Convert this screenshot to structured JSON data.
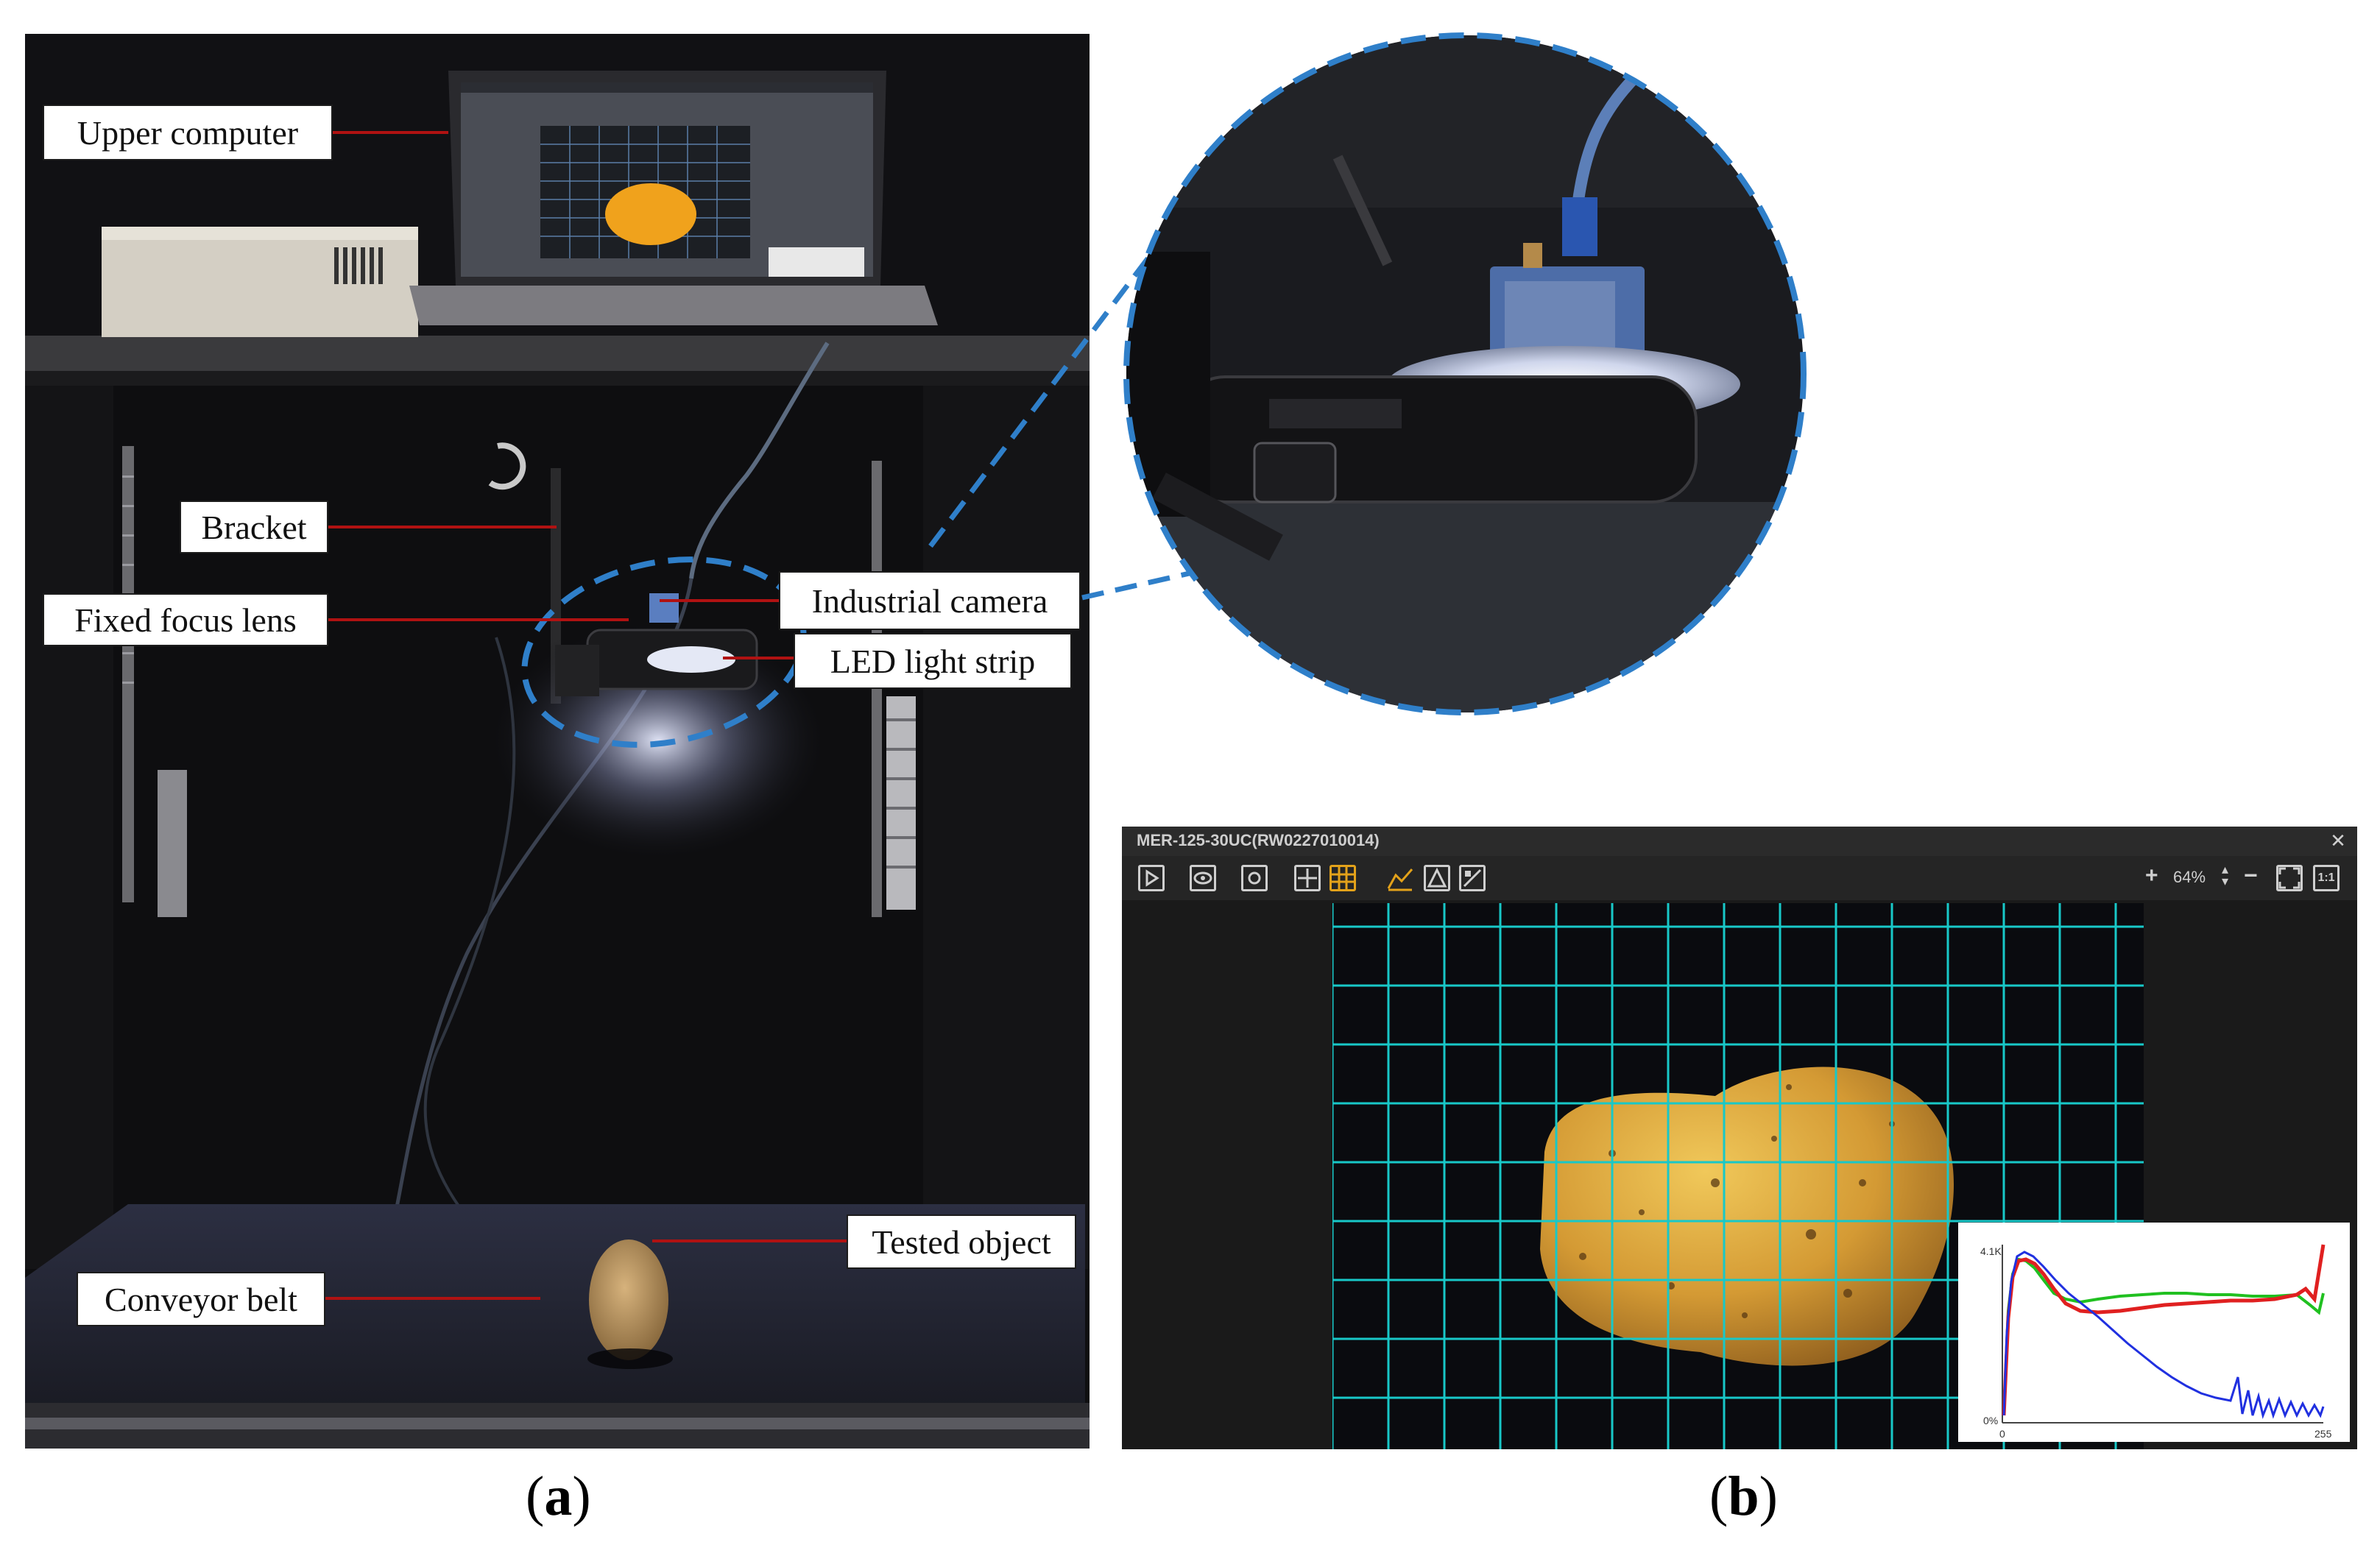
{
  "panel_a": {
    "label_open": "(",
    "label_letter": "a",
    "label_close": ")",
    "callouts": {
      "upper_computer": "Upper computer",
      "bracket": "Bracket",
      "fixed_focus_lens": "Fixed focus lens",
      "industrial_camera": "Industrial camera",
      "led_light_strip": "LED light strip",
      "tested_object": "Tested object",
      "conveyor_belt": "Conveyor belt"
    },
    "colors": {
      "leader_line": "#b01212",
      "zoom_dash": "#2f7fc9"
    }
  },
  "panel_b": {
    "label_open": "(",
    "label_letter": "b",
    "label_close": ")",
    "window_title": "MER-125-30UC(RW0227010014)",
    "zoom": {
      "plus": "+",
      "percent": "64%",
      "minus": "−",
      "one_to_one": "1:1"
    },
    "histogram": {
      "y_max_label": "4.1K",
      "y_min_label": "0%",
      "x_min_label": "0",
      "x_max_label": "255"
    },
    "colors": {
      "grid": "#18c8c8",
      "toolbar_active": "#e3a21a",
      "hist_red": "#e02020",
      "hist_green": "#20c020",
      "hist_blue": "#2030e0"
    }
  }
}
